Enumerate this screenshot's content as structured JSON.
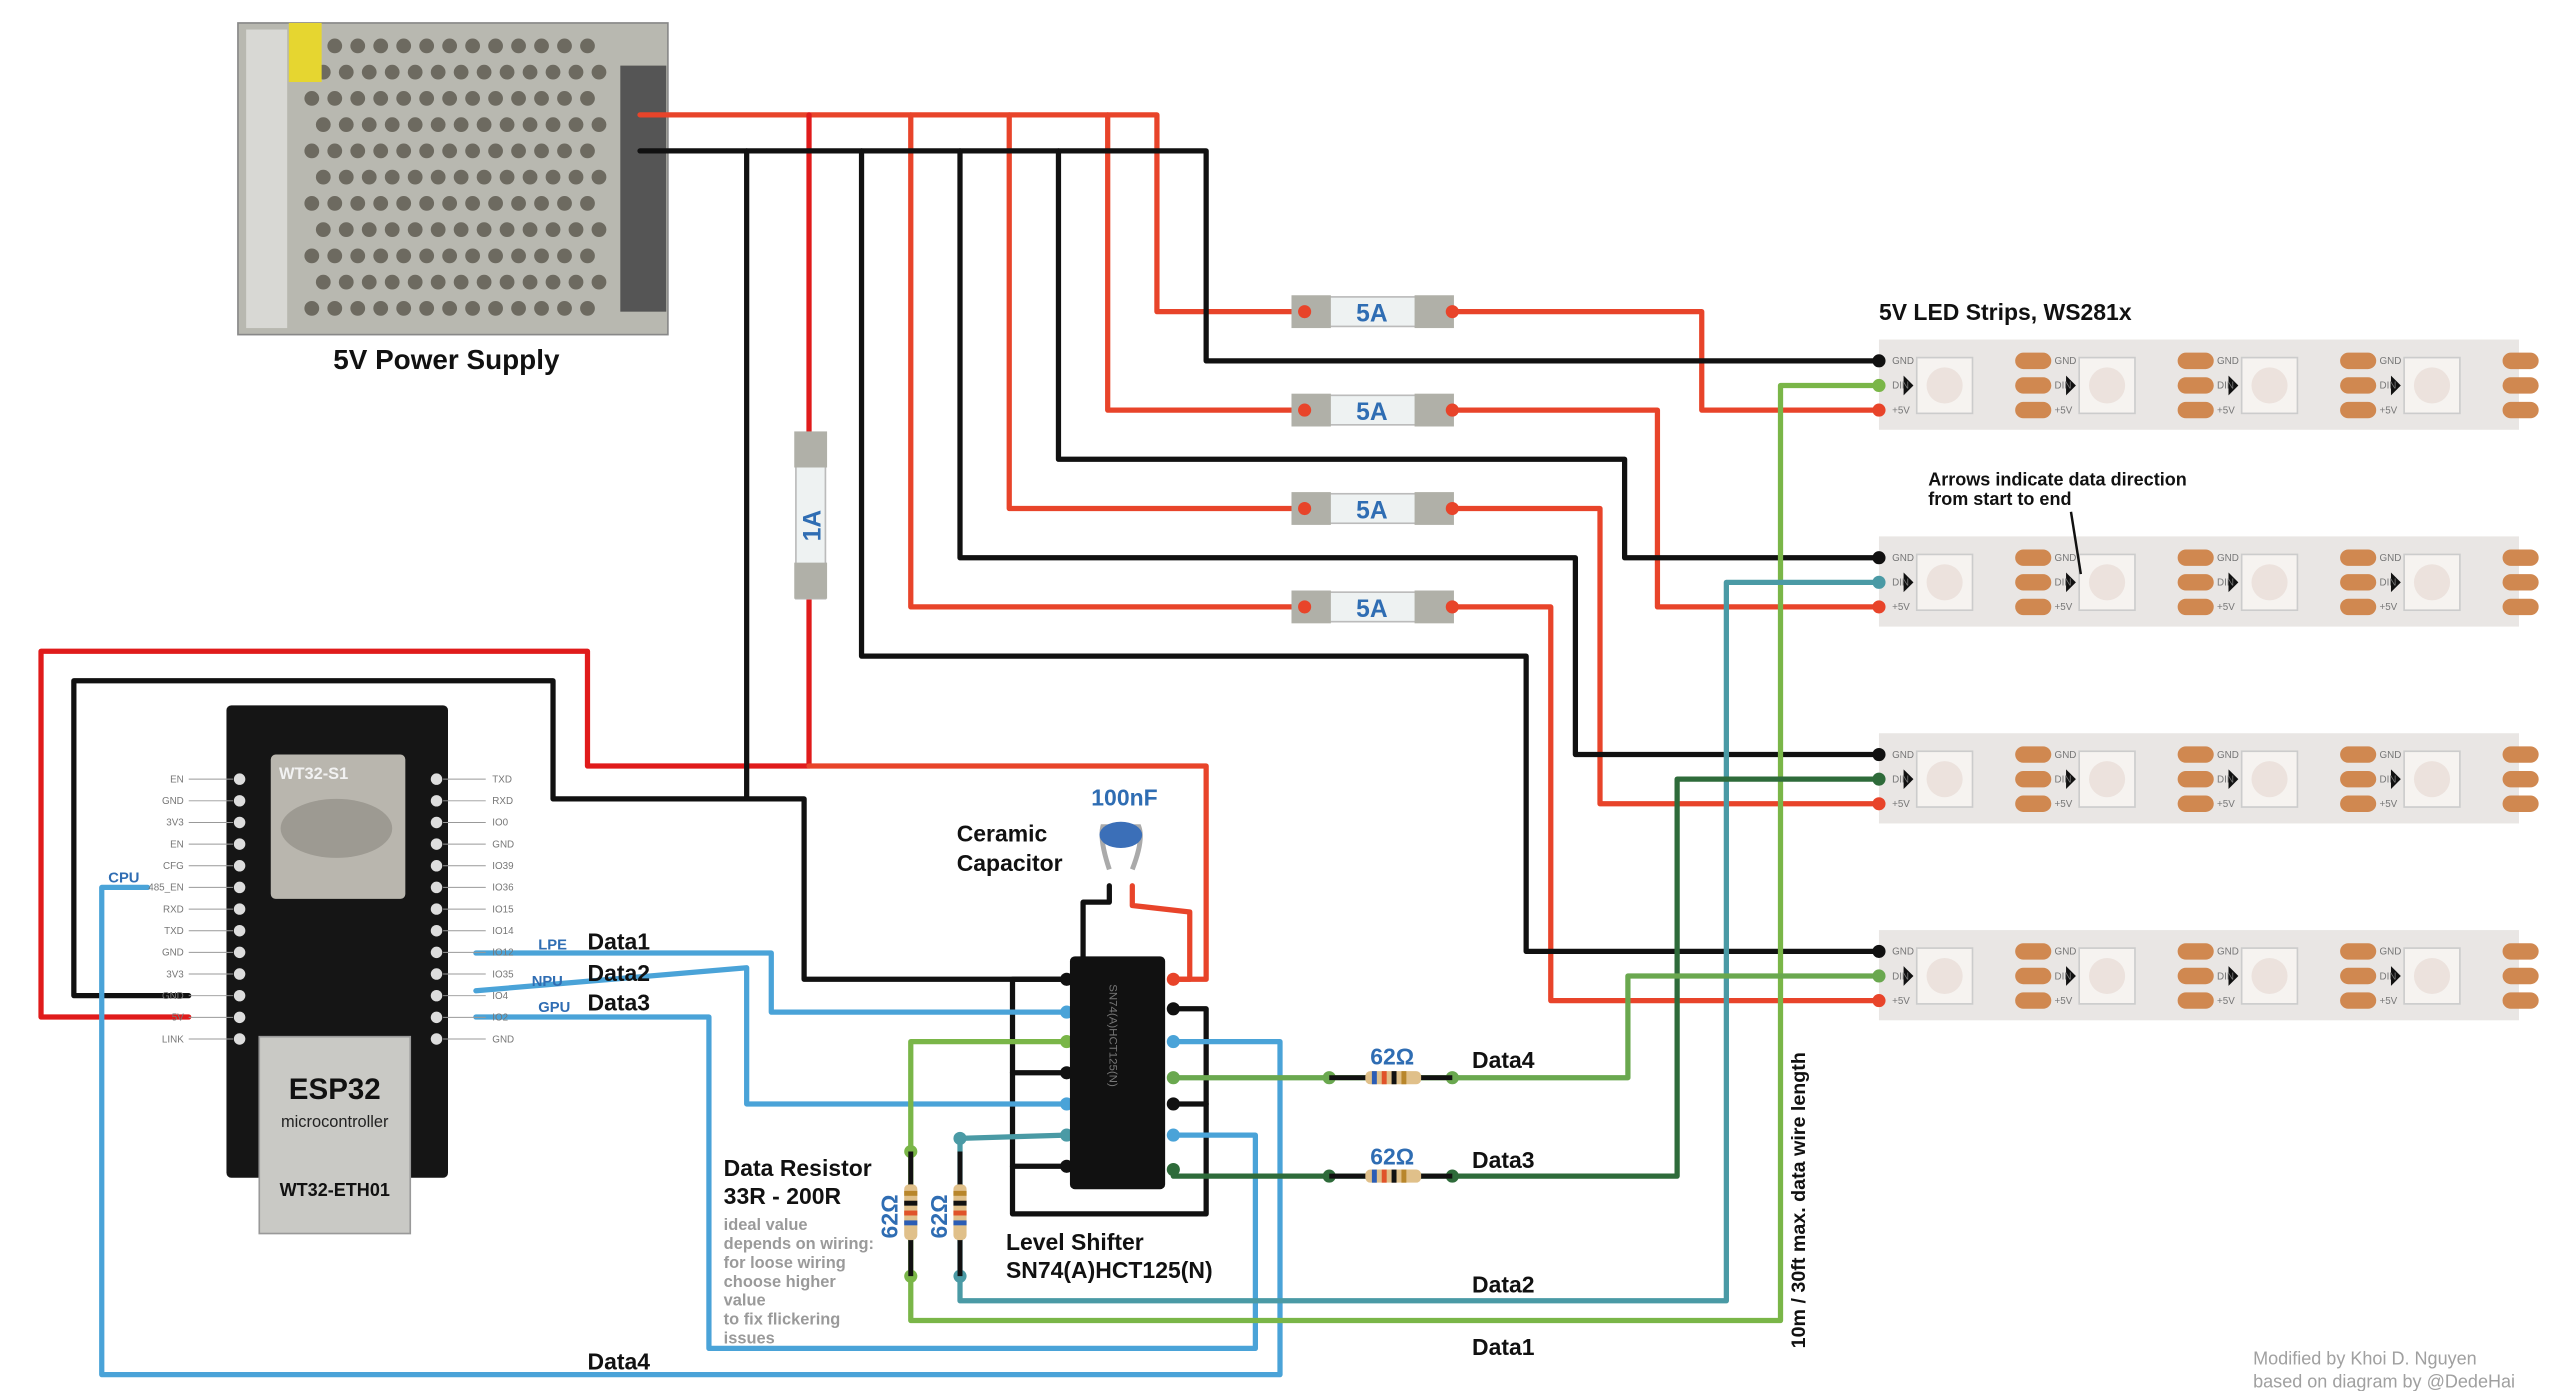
{
  "colors": {
    "power": "#e8442a",
    "power_esp": "#e01b1b",
    "ground": "#111111",
    "esp_data": "#4aa3d8",
    "data1": "#7ab648",
    "data2": "#4a9aa5",
    "data3": "#2e6b3a",
    "data4": "#6aa84f",
    "label_blue": "#2f6db3"
  },
  "power_supply": {
    "label": "5V Power Supply"
  },
  "fuses": {
    "strip_fuse": "5A",
    "logic_fuse": "1A"
  },
  "led_strips": {
    "title": "5V LED Strips, WS281x",
    "note_line1": "Arrows indicate data direction",
    "note_line2": "from start to end",
    "pad_labels": [
      "GND",
      "DIN",
      "+5V"
    ]
  },
  "esp32": {
    "title": "ESP32",
    "subtitle": "microcontroller",
    "model": "WT32-ETH01",
    "module": "WT32-S1",
    "left_pins": [
      "EN",
      "GND",
      "3V3",
      "EN",
      "CFG",
      "485_EN",
      "RXD",
      "TXD",
      "GND",
      "3V3",
      "GND",
      "5V",
      "LINK"
    ],
    "right_pins": [
      "TXD",
      "RXD",
      "IO0",
      "GND",
      "IO39",
      "IO36",
      "IO15",
      "IO14",
      "IO12",
      "IO35",
      "IO4",
      "IO2",
      "GND"
    ],
    "pin_tags": {
      "cpu": "CPU",
      "lpe": "LPE",
      "npu": "NPU",
      "gpu": "GPU"
    }
  },
  "wire_labels": {
    "esp_data1": "Data1",
    "esp_data2": "Data2",
    "esp_data3": "Data3",
    "esp_data4": "Data4",
    "out_data1": "Data1",
    "out_data2": "Data2",
    "out_data3": "Data3",
    "out_data4": "Data4",
    "max_length": "10m / 30ft max. data wire length"
  },
  "capacitor": {
    "value": "100nF",
    "label_line1": "Ceramic",
    "label_line2": "Capacitor"
  },
  "resistors": {
    "value": "62Ω",
    "title_line1": "Data Resistor",
    "title_line2": "33R - 200R",
    "note": [
      "ideal value",
      "depends on wiring:",
      "for loose wiring",
      "choose higher",
      "value",
      "to fix flickering",
      "issues"
    ]
  },
  "level_shifter": {
    "label_line1": "Level Shifter",
    "label_line2": "SN74(A)HCT125(N)"
  },
  "credits": {
    "line1": "Modified by Khoi D. Nguyen",
    "line2": "based on diagram by @DedeHai"
  }
}
